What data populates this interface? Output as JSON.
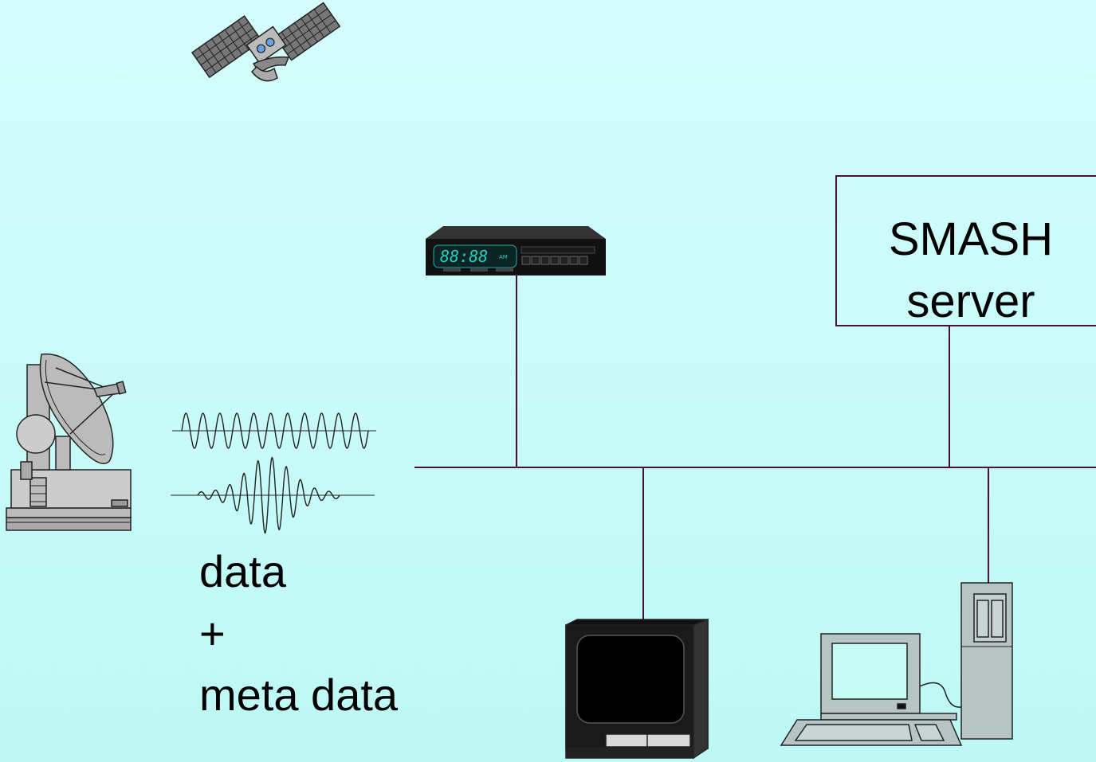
{
  "server": {
    "line1": "SMASH",
    "line2": "server"
  },
  "stream_caption": {
    "line1": "data",
    "line2": "+",
    "line3": "meta data"
  },
  "set_top_box": {
    "display": "88:88",
    "indicator": "AM"
  },
  "colors": {
    "background": "#c7fbf8",
    "network_line": "#4a1030",
    "device_gray": "#b7b7b7"
  },
  "icons": [
    "satellite-icon",
    "satellite-dish-icon",
    "set-top-box-icon",
    "television-icon",
    "desktop-computer-icon",
    "waveform-icon"
  ]
}
